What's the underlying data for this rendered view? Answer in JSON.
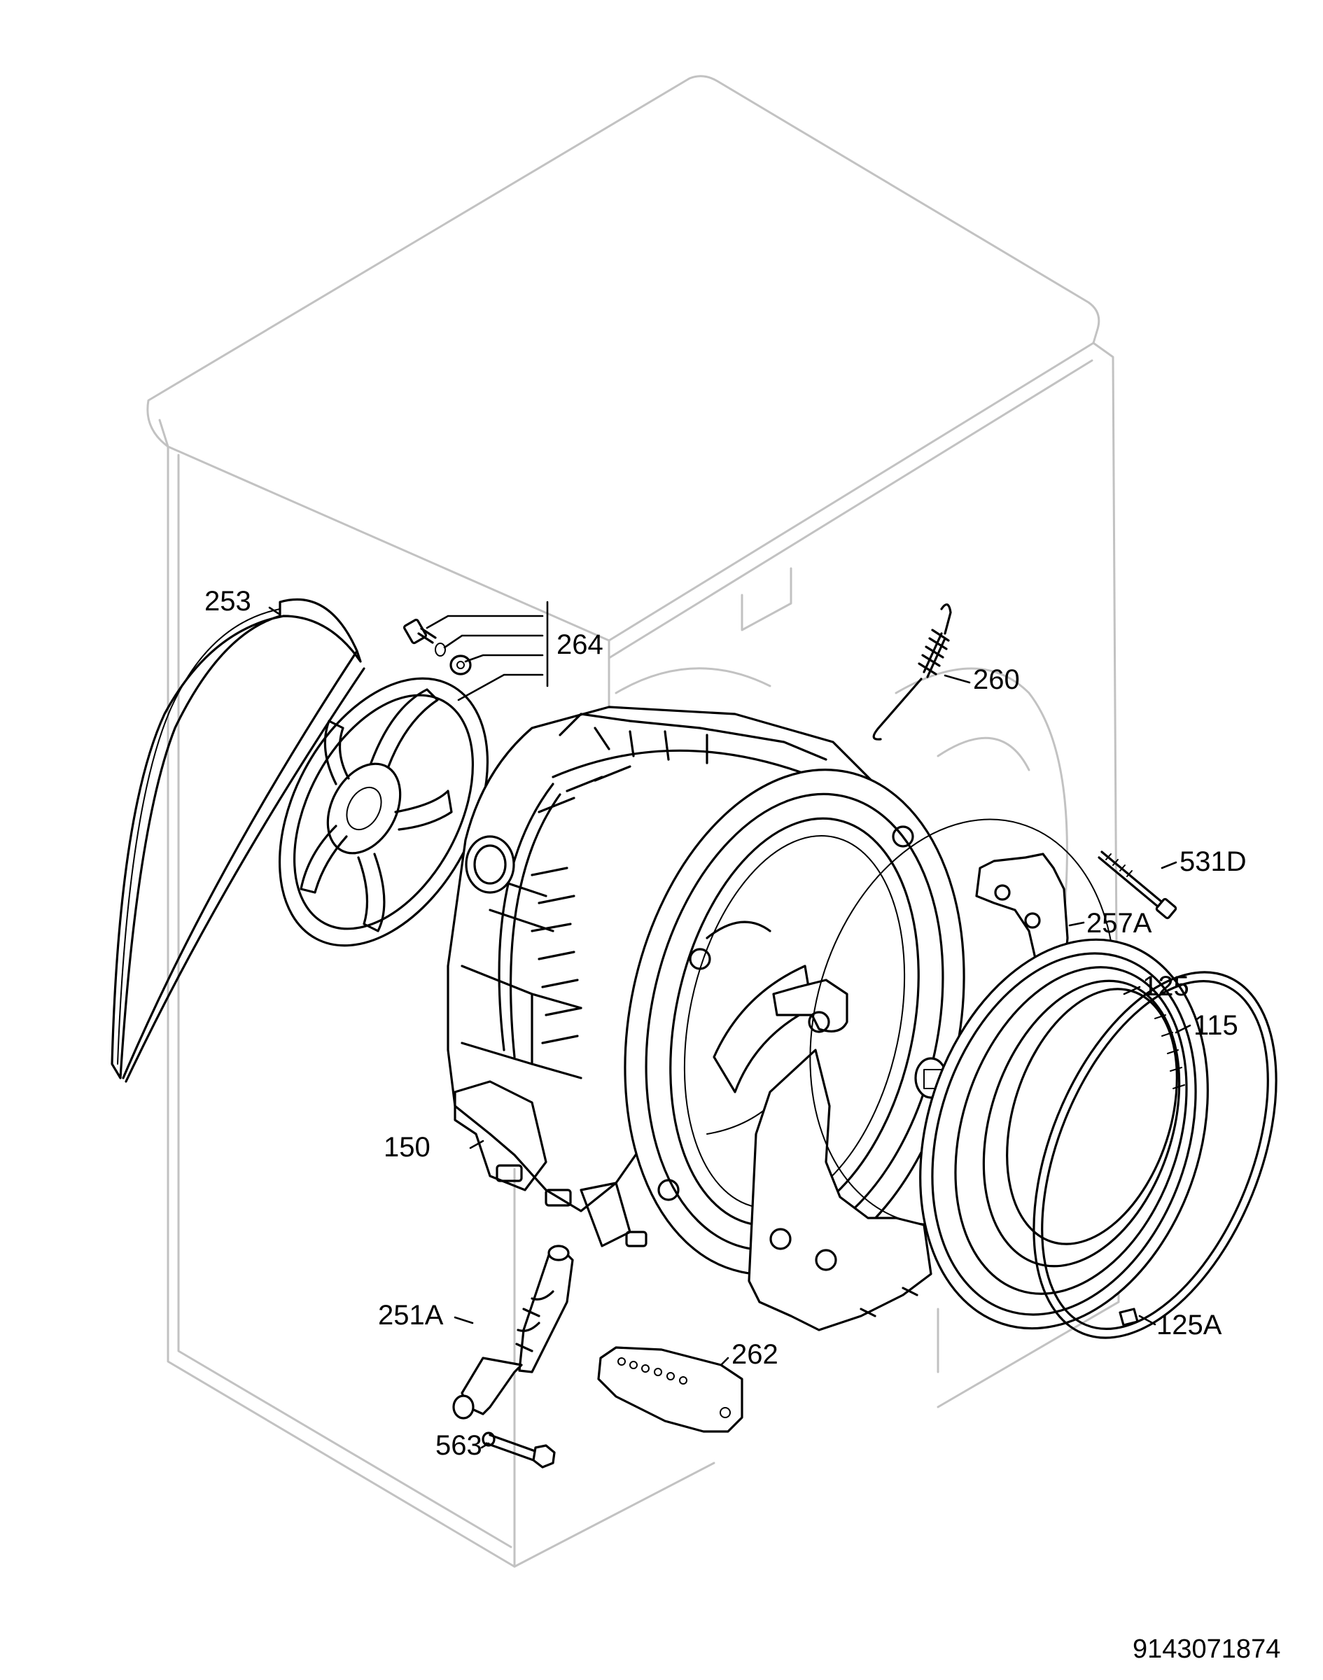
{
  "labels": {
    "l253": "253",
    "l264": "264",
    "l260": "260",
    "l531d": "531D",
    "l257a": "257A",
    "l125": "125",
    "l115": "115",
    "l150": "150",
    "l251a": "251A",
    "l262": "262",
    "l563": "563",
    "l125a": "125A"
  },
  "document_number": "9143071874"
}
